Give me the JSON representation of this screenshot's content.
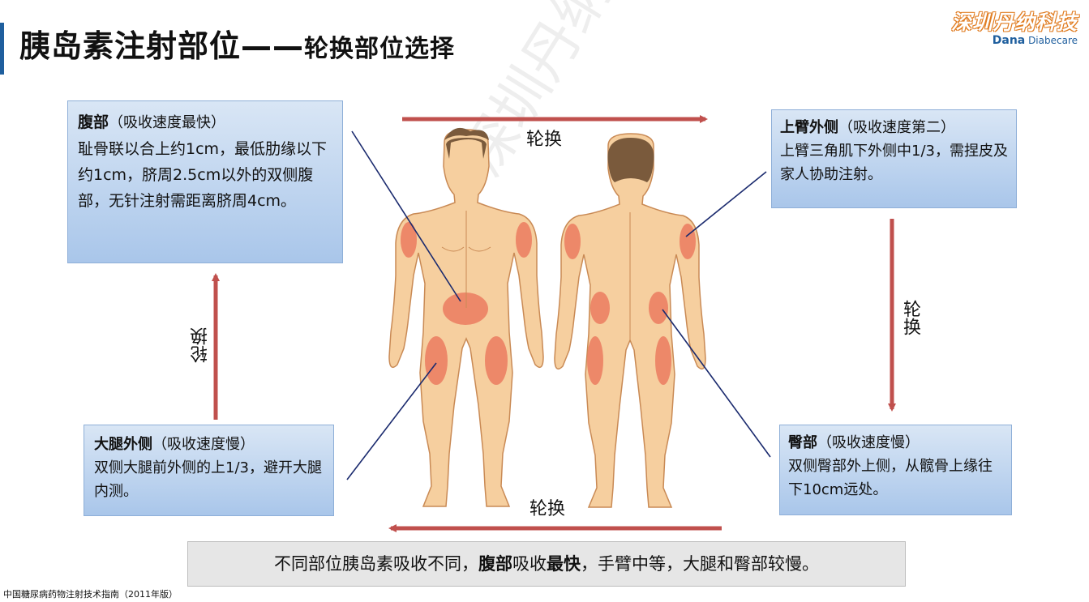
{
  "header": {
    "title_main": "胰岛素注射部位——",
    "title_sub": "轮换部位选择"
  },
  "logo": {
    "cn": "深圳丹纳科技",
    "en_bold": "Dana",
    "en_rest": "Diabecare"
  },
  "watermark": "深圳丹纳科技",
  "boxes": {
    "abdomen": {
      "head": "腹部",
      "speed": "（吸收速度最快）",
      "body": "耻骨联以合上约1cm，最低肋缘以下约1cm，脐周2.5cm以外的双侧腹部，无针注射需距离脐周4cm。"
    },
    "arm": {
      "head": "上臂外侧",
      "speed": "（吸收速度第二）",
      "body": "上臂三角肌下外侧中1/3，需捏皮及家人协助注射。"
    },
    "thigh": {
      "head": "大腿外侧",
      "speed": "（吸收速度慢）",
      "body": "双侧大腿前外侧的上1/3，避开大腿内测。"
    },
    "buttock": {
      "head": "臀部",
      "speed": "（吸收速度慢）",
      "body": "双侧臀部外上侧，从髋骨上缘往下10cm远处。"
    }
  },
  "rotation_label": "轮换",
  "summary": {
    "part1": "不同部位胰岛素吸收不同，",
    "bold1": "腹部",
    "part2": "吸收",
    "bold2": "最快",
    "part3": "，手臂中等，大腿和臀部较慢。"
  },
  "footnote": "中国糖尿病药物注射技术指南（2011年版）",
  "colors": {
    "accent": "#1f5f9e",
    "arrow": "#c0504d",
    "skin": "#f6cf9f",
    "injection_zone": "#ec7f63",
    "box_fill": "#b8d0ee",
    "logo_orange": "#e07b1f"
  }
}
